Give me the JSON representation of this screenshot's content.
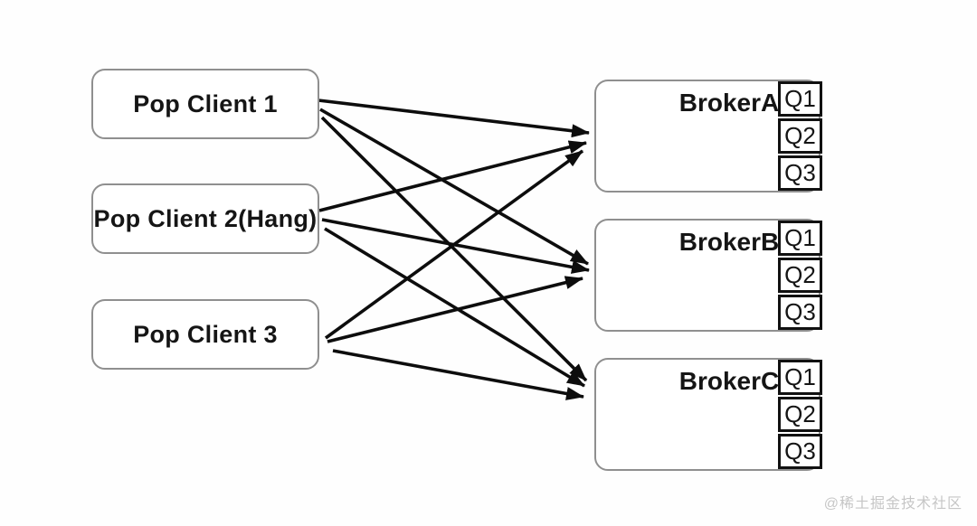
{
  "diagram": {
    "clients": [
      {
        "id": "client-1",
        "label": "Pop Client 1"
      },
      {
        "id": "client-2",
        "label": "Pop Client 2(Hang)"
      },
      {
        "id": "client-3",
        "label": "Pop Client 3"
      }
    ],
    "brokers": [
      {
        "id": "broker-a",
        "label": "BrokerA",
        "queues": [
          "Q1",
          "Q2",
          "Q3"
        ]
      },
      {
        "id": "broker-b",
        "label": "BrokerB",
        "queues": [
          "Q1",
          "Q2",
          "Q3"
        ]
      },
      {
        "id": "broker-c",
        "label": "BrokerC",
        "queues": [
          "Q1",
          "Q2",
          "Q3"
        ]
      }
    ],
    "edges": [
      {
        "from": "Pop Client 1",
        "to": "BrokerA"
      },
      {
        "from": "Pop Client 1",
        "to": "BrokerB"
      },
      {
        "from": "Pop Client 1",
        "to": "BrokerC"
      },
      {
        "from": "Pop Client 2(Hang)",
        "to": "BrokerA"
      },
      {
        "from": "Pop Client 2(Hang)",
        "to": "BrokerB"
      },
      {
        "from": "Pop Client 2(Hang)",
        "to": "BrokerC"
      },
      {
        "from": "Pop Client 3",
        "to": "BrokerA"
      },
      {
        "from": "Pop Client 3",
        "to": "BrokerB"
      },
      {
        "from": "Pop Client 3",
        "to": "BrokerC"
      }
    ],
    "broker_internal_arrows": [
      {
        "broker": "BrokerA",
        "direction": "left"
      },
      {
        "broker": "BrokerB",
        "direction": "left"
      },
      {
        "broker": "BrokerC",
        "direction": "left"
      }
    ],
    "colors": {
      "line": "#0d0d0d",
      "box_border": "#8f8f8f",
      "queue_border": "#111111",
      "text": "#151515",
      "watermark": "#c6c6c6"
    }
  },
  "watermark": {
    "label": "@稀土掘金技术社区"
  }
}
